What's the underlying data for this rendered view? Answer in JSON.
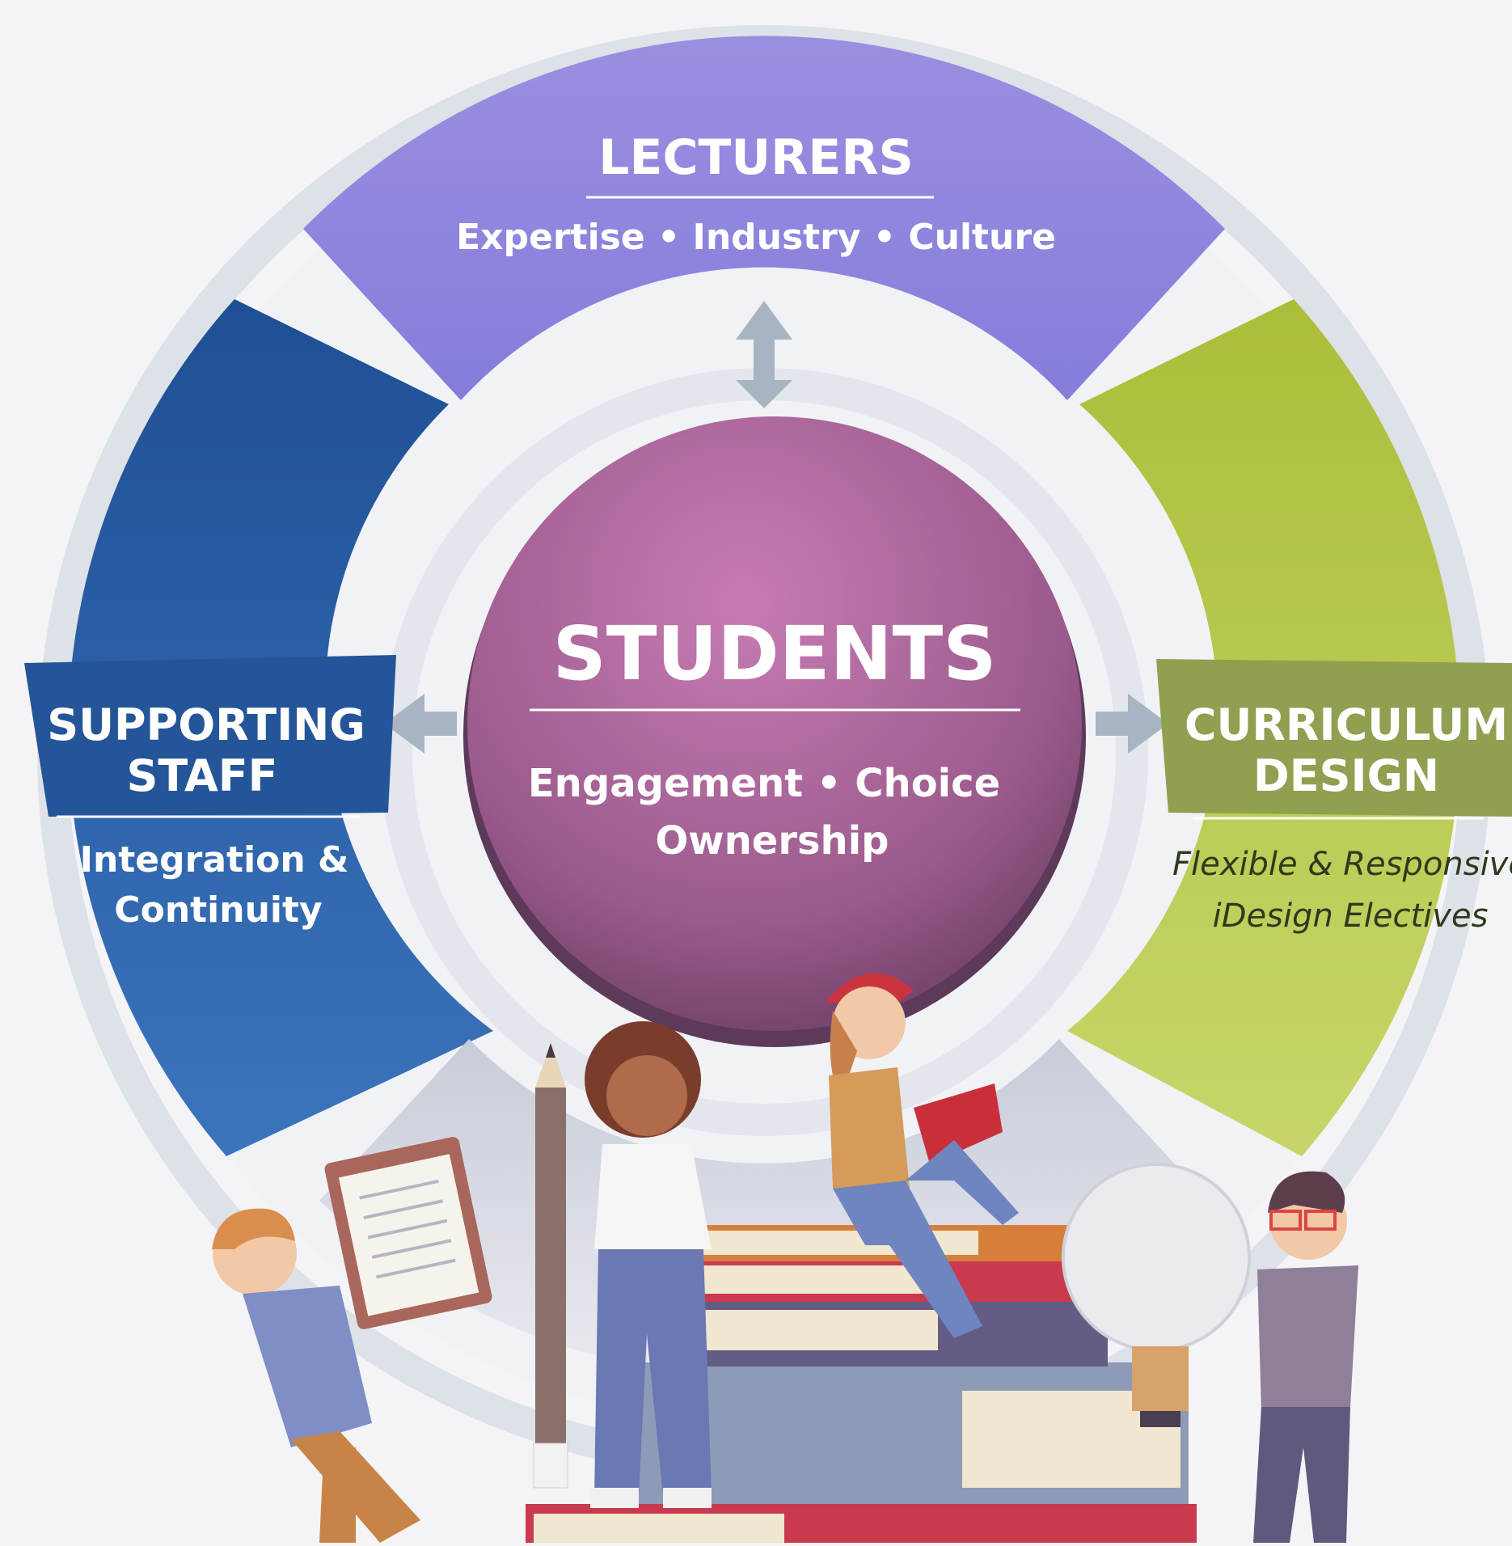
{
  "center": {
    "title": "STUDENTS",
    "line1": "Engagement • Choice",
    "line2": "Ownership"
  },
  "lecturers": {
    "title": "LECTURERS",
    "subtitle": "Expertise • Industry • Culture"
  },
  "supporting_staff": {
    "title_line1": "SUPPORTING",
    "title_line2": "STAFF",
    "sub_line1": "Integration &",
    "sub_line2": "Continuity"
  },
  "curriculum_design": {
    "title_line1": "CURRICULUM",
    "title_line2": "DESIGN",
    "sub_line1": "Flexible & Responsive",
    "sub_line2": "iDesign Electives"
  },
  "colors": {
    "lecturers": "#8e86dc",
    "supporting_staff": "#2f63a8",
    "curriculum_design": "#b5c24a",
    "students": "#b06a9e",
    "ring": "#dde1e8",
    "arrow": "#a9b4c2"
  }
}
